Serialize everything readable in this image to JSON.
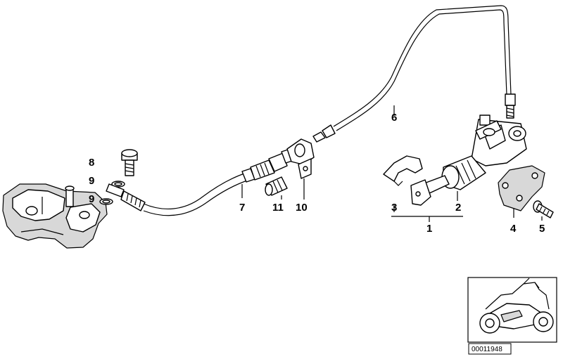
{
  "diagram": {
    "callouts": {
      "c1": "1",
      "c2": "2",
      "c3": "3",
      "c4": "4",
      "c5": "5",
      "c6": "6",
      "c7": "7",
      "c8": "8",
      "c9a": "9",
      "c9b": "9",
      "c10": "10",
      "c11": "11"
    },
    "reference_number": "00011948"
  }
}
